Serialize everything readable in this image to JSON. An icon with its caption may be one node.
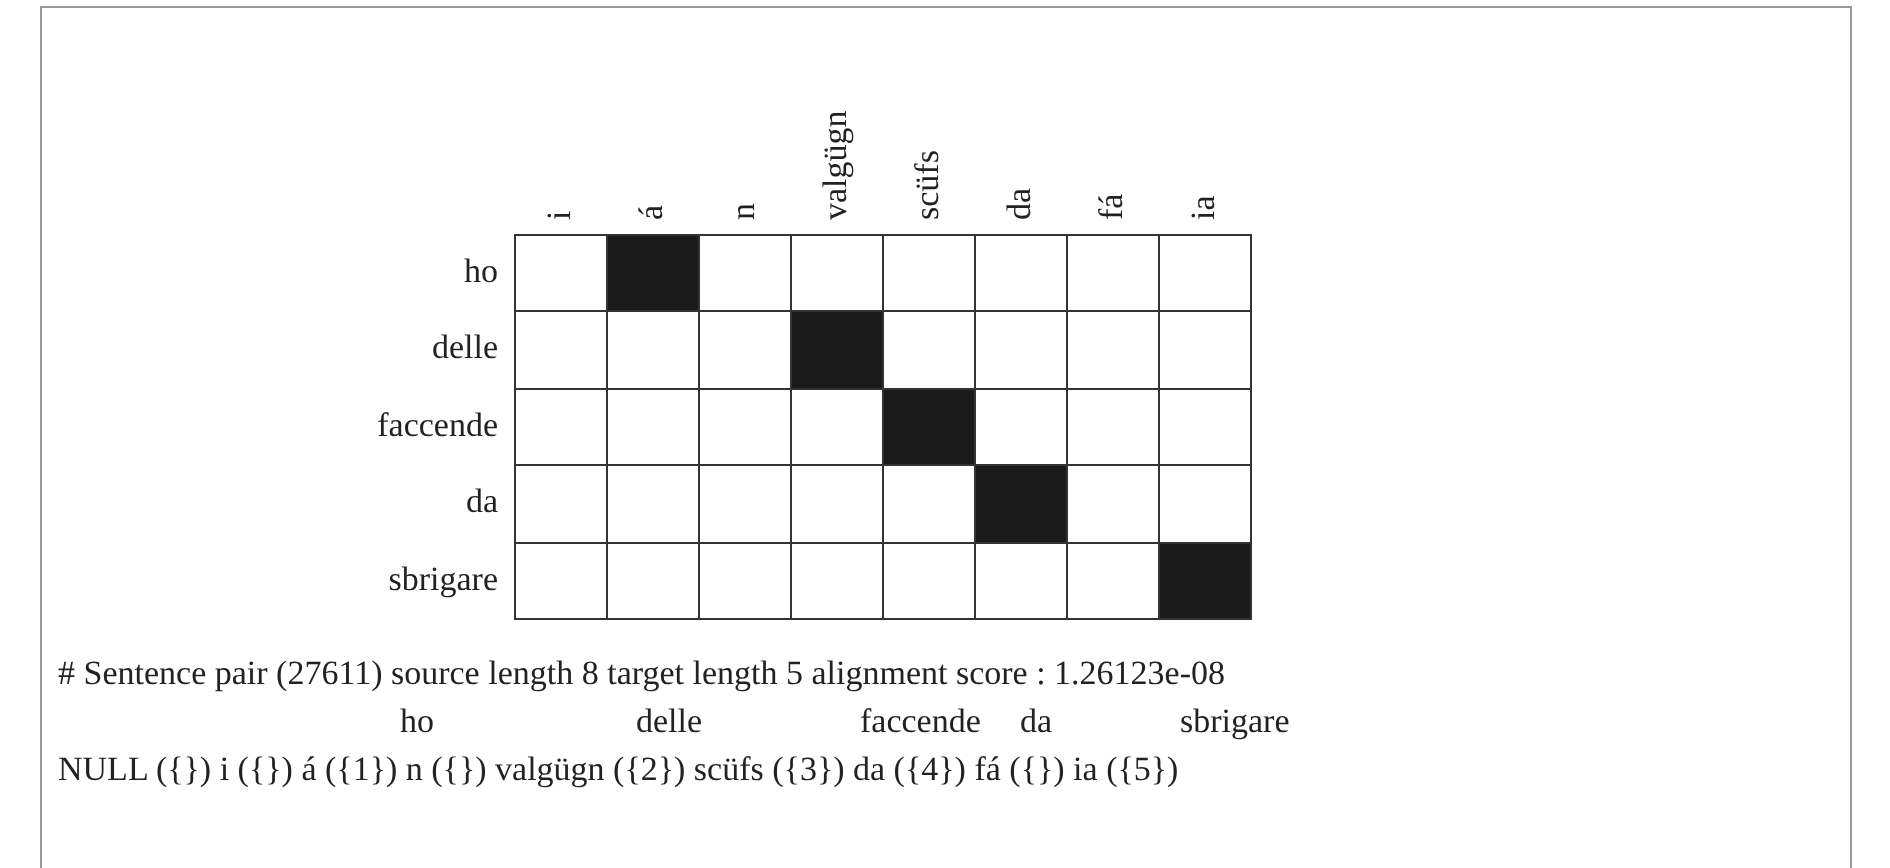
{
  "diagram": {
    "nodes": [
      {
        "text": [],
        "shape": "box"
      },
      {
        "text": [],
        "shape": "box"
      },
      {
        "text": [],
        "shape": "box"
      },
      {
        "text": [],
        "shape": "box"
      },
      {
        "text": [],
        "shape": "box"
      }
    ],
    "labels": [
      "i",
      "á",
      "n",
      "valgügn",
      "scüfs",
      "da",
      "fá",
      "ia",
      "ho",
      "delle",
      "faccende",
      "da",
      "sbrigare",
      "# Sentence pair (27611) source length 8 target length 5 alignment score : 1.26123e-08",
      "ho",
      "delle",
      "faccende",
      "da",
      "sbrigare",
      "NULL ({}) i ({}) á ({1}) n ({}) valgügn ({2}) scüfs ({3}) da ({4}) fá ({}) ia ({5})"
    ]
  }
}
